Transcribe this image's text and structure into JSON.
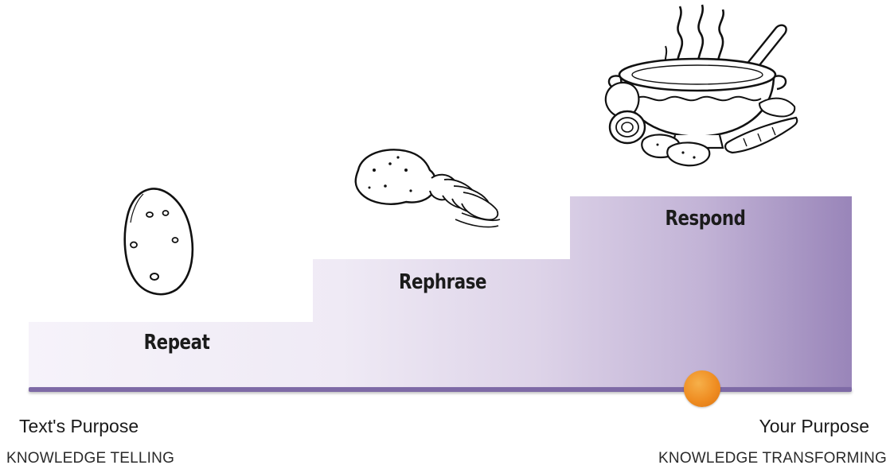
{
  "steps": [
    {
      "label": "Repeat",
      "image": "whole-potato"
    },
    {
      "label": "Rephrase",
      "image": "sliced-potato"
    },
    {
      "label": "Respond",
      "image": "soup-pot"
    }
  ],
  "axis": {
    "left_label": "Text's Purpose",
    "left_sublabel": "KNOWLEDGE TELLING",
    "right_label": "Your Purpose",
    "right_sublabel": "KNOWLEDGE TRANSFORMING"
  },
  "colors": {
    "step_light": "#f4f1f8",
    "step_dark": "#9b86bb",
    "axis": "#7e6aa6",
    "marker": "#ef8d22"
  }
}
